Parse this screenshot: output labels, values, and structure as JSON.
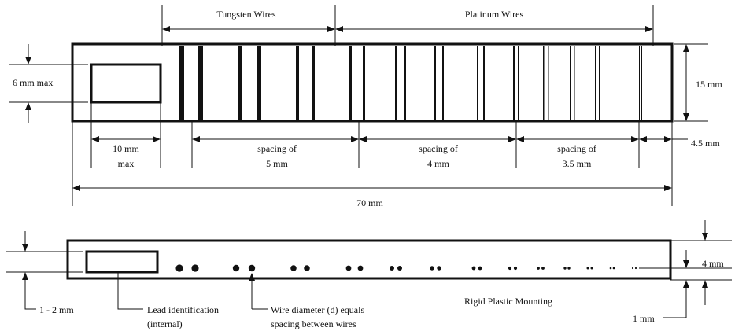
{
  "top_view": {
    "group_tungsten": "Tungsten Wires",
    "group_platinum": "Platinum Wires",
    "height_left": "6 mm max",
    "height_right": "15 mm",
    "id_width": "10 mm",
    "id_width_qualifier": "max",
    "spacing_a_line1": "spacing of",
    "spacing_a_line2": "5 mm",
    "spacing_b_line1": "spacing of",
    "spacing_b_line2": "4 mm",
    "spacing_c_line1": "spacing of",
    "spacing_c_line2": "3.5 mm",
    "end_margin": "4.5 mm",
    "total_length": "70 mm"
  },
  "side_view": {
    "edge_offset": "1 - 2 mm",
    "lead_id_line1": "Lead identification",
    "lead_id_line2": "(internal)",
    "wire_note_line1": "Wire diameter (d) equals",
    "wire_note_line2": "spacing between wires",
    "material": "Rigid Plastic Mounting",
    "height_right": "4 mm",
    "bottom_gap": "1 mm"
  }
}
